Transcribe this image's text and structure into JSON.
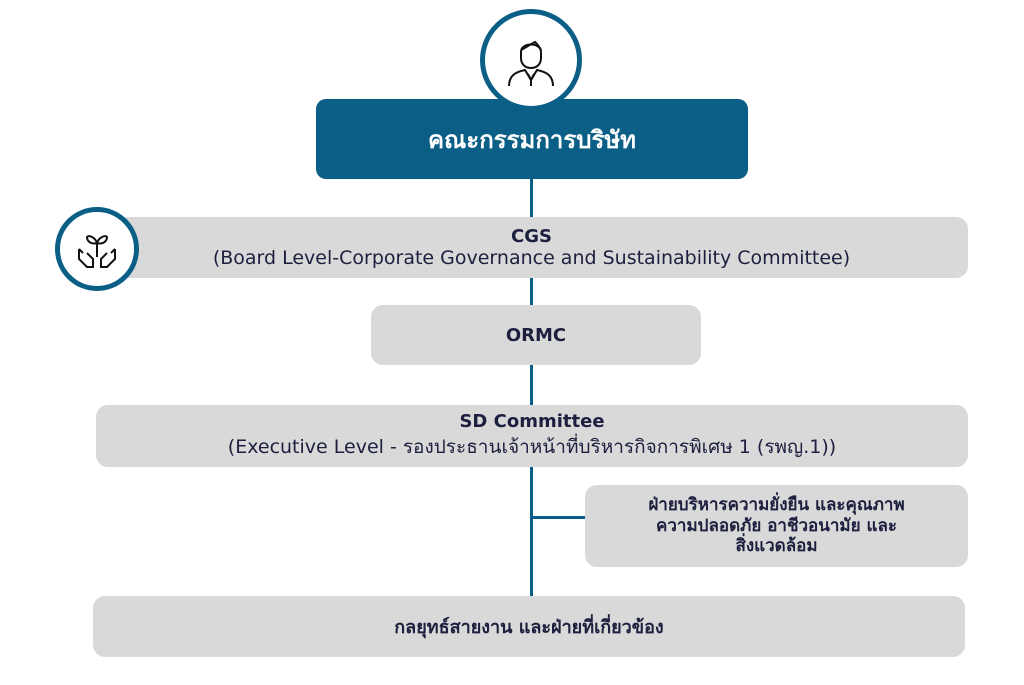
{
  "board": {
    "title": "คณะกรรมการบริษัท"
  },
  "cgs": {
    "title": "CGS",
    "subtitle": "(Board Level-Corporate Governance and Sustainability Committee)"
  },
  "ormc": {
    "title": "ORMC"
  },
  "sd": {
    "title": "SD Committee",
    "subtitle": "(Executive Level - รองประธานเจ้าหน้าที่บริหารกิจการพิเศษ 1 (รพญ.1))"
  },
  "branch": {
    "lines": [
      "ฝ่ายบริหารความยั่งยืน และคุณภาพ",
      "ความปลอดภัย อาชีวอนามัย และ",
      "สิ่งแวดล้อม"
    ]
  },
  "bottom": {
    "title": "กลยุทธ์สายงาน และฝ่ายที่เกี่ยวข้อง"
  },
  "colors": {
    "primary": "#0b5f87",
    "box": "#d9d9d9",
    "text": "#1c1f3e"
  }
}
